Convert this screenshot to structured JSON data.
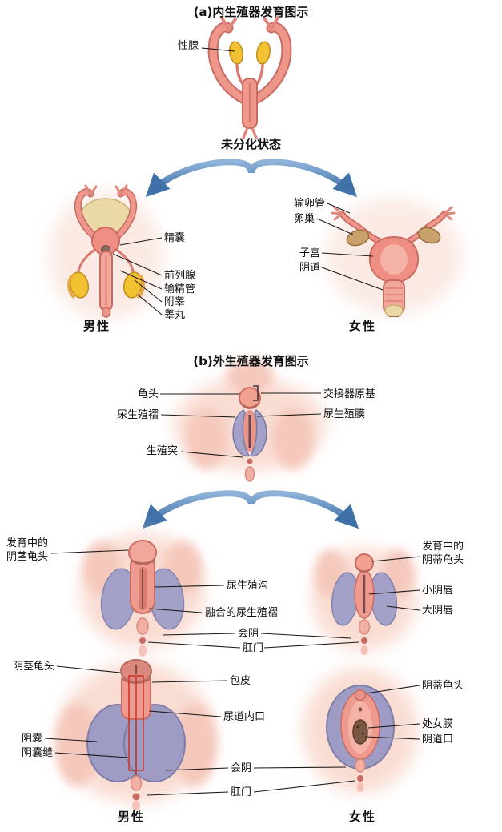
{
  "figure": {
    "title_a": "(a)内生殖器发育图示",
    "title_b": "(b)外生殖器发育图示",
    "colors": {
      "duct_pink": "#ef9a8f",
      "outline_pink": "#c96b63",
      "gonad_yellow": "#f2c233",
      "fold_purple": "#a3a1c8",
      "scrotum_purple": "#9e9cc4",
      "arrow_blue": "#3f70a8",
      "raphe_red": "#cc3326"
    }
  },
  "internal": {
    "gonad": "性腺",
    "undifferentiated_state": "未分化状态",
    "male": {
      "caption": "男性",
      "seminal_vesicle": "精囊",
      "prostate": "前列腺",
      "vas_deferens": "输精管",
      "epididymis": "附睾",
      "testis": "睾丸"
    },
    "female": {
      "caption": "女性",
      "fallopian_tube": "输卵管",
      "ovary": "卵巢",
      "uterus": "子宫",
      "vagina": "阴道"
    }
  },
  "external": {
    "undifferentiated": {
      "glans": "龟头",
      "urogenital_fold": "尿生殖褶",
      "genital_tubercle": "生殖突",
      "copulatory_organ_primordium": "交接器原基",
      "urogenital_membrane": "尿生殖膜"
    },
    "developing": {
      "developing_glans_penis": "发育中的\n阴茎龟头",
      "urogenital_groove": "尿生殖沟",
      "fused_urogenital_folds": "融合的尿生殖褶",
      "perineum": "会阴",
      "anus": "肛门",
      "developing_glans_clitoris": "发育中的\n阴蒂龟头",
      "labia_minora": "小阴唇",
      "labia_majora": "大阴唇"
    },
    "final": {
      "glans_penis": "阴茎龟头",
      "scrotum": "阴囊",
      "scrotal_raphe": "阴囊缝",
      "foreskin": "包皮",
      "urethral_opening": "尿道内口",
      "perineum": "会阴",
      "anus": "肛门",
      "glans_clitoris": "阴蒂龟头",
      "hymen": "处女膜",
      "vaginal_opening": "阴道口",
      "male_caption": "男性",
      "female_caption": "女性"
    }
  }
}
